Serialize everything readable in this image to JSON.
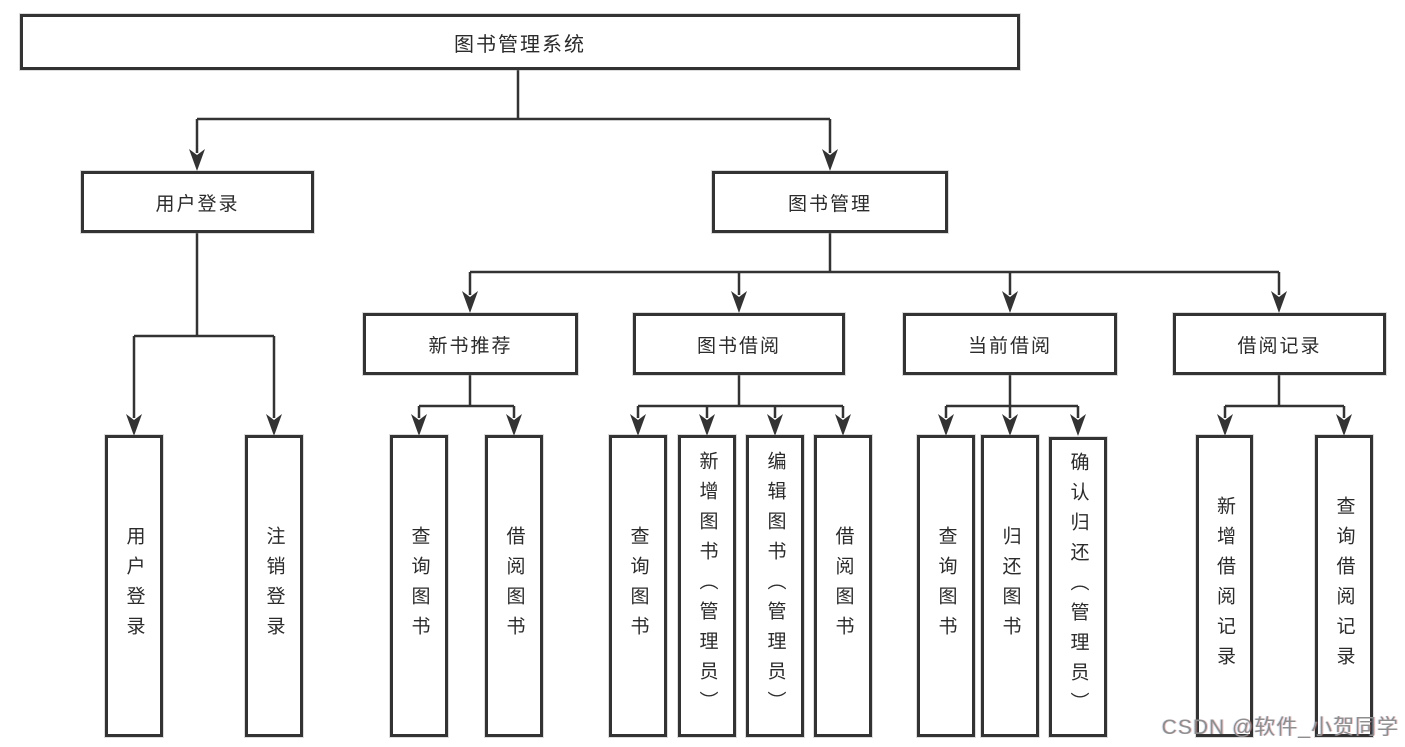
{
  "diagram": {
    "root": "图书管理系统",
    "level2": [
      "用户登录",
      "图书管理"
    ],
    "level3": [
      "新书推荐",
      "图书借阅",
      "当前借阅",
      "借阅记录"
    ],
    "leaves_login": [
      "用户登录",
      "注销登录"
    ],
    "leaves_recommend": [
      "查询图书",
      "借阅图书"
    ],
    "leaves_borrow": [
      "查询图书",
      "新增图书（管理员）",
      "编辑图书（管理员）",
      "借阅图书"
    ],
    "leaves_current": [
      "查询图书",
      "归还图书",
      "确认归还（管理员）"
    ],
    "leaves_records": [
      "新增借阅记录",
      "查询借阅记录"
    ]
  },
  "watermark": {
    "text": "CSDN @软件_小贺同学"
  },
  "colors": {
    "line": "#333333",
    "box_border": "#333333",
    "box_fill": "#ffffff",
    "text": "#2b2b2b",
    "watermark_text": "#8e8e8e"
  }
}
